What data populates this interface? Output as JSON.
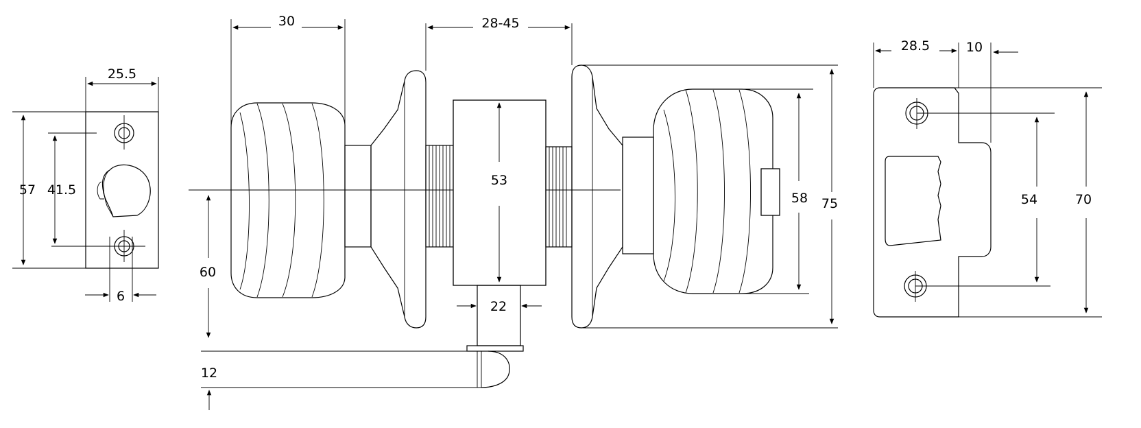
{
  "dimensions": {
    "latch_width": "25.5",
    "latch_height": "57",
    "latch_hole_spacing": "41.5",
    "latch_edge_offset": "6",
    "knob_length": "30",
    "door_thickness": "28-45",
    "backset": "60",
    "body_height": "53",
    "spindle_width": "22",
    "latch_face": "12",
    "knob_diameter": "58",
    "rose_diameter": "75",
    "strike_width": "28.5",
    "strike_lip": "10",
    "strike_hole_spacing": "54",
    "strike_height": "70"
  }
}
